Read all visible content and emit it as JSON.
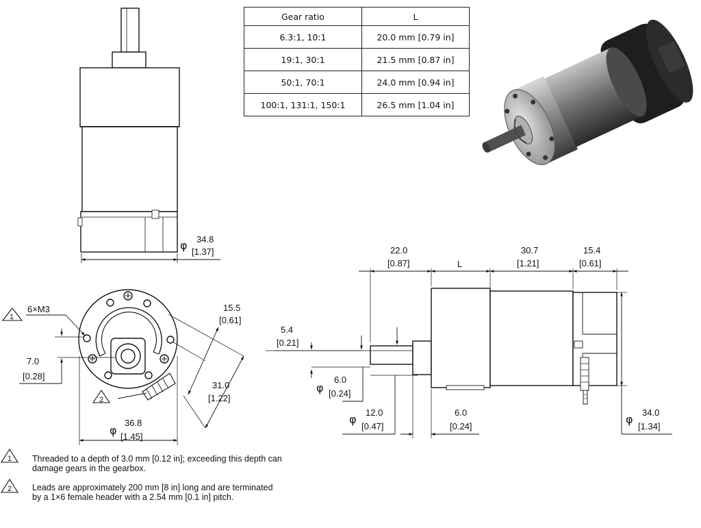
{
  "table": {
    "headers": [
      "Gear ratio",
      "L"
    ],
    "rows": [
      [
        "6.3:1, 10:1",
        "20.0 mm [0.79 in]"
      ],
      [
        "19:1, 30:1",
        "21.5 mm [0.87 in]"
      ],
      [
        "50:1, 70:1",
        "24.0 mm [0.94 in]"
      ],
      [
        "100:1, 131:1, 150:1",
        "26.5 mm [1.04 in]"
      ]
    ]
  },
  "dimensions": {
    "body_dia": {
      "mm": "34.8",
      "in": "[1.37]"
    },
    "m3": "6×M3",
    "bolt_circle": {
      "mm": "15.5",
      "in": "[0.61]"
    },
    "offset": {
      "mm": "7.0",
      "in": "[0.28]"
    },
    "face_width": {
      "mm": "31.0",
      "in": "[1.22]"
    },
    "gearbox_dia": {
      "mm": "36.8",
      "in": "[1.45]"
    },
    "shaft_len": {
      "mm": "22.0",
      "in": "[0.87]"
    },
    "L_label": "L",
    "motor_len": {
      "mm": "30.7",
      "in": "[1.21]"
    },
    "encoder_len": {
      "mm": "15.4",
      "in": "[0.61]"
    },
    "flat": {
      "mm": "5.4",
      "in": "[0.21]"
    },
    "shaft_dia": {
      "mm": "6.0",
      "in": "[0.24]"
    },
    "boss_dia": {
      "mm": "12.0",
      "in": "[0.47]"
    },
    "boss_len": {
      "mm": "6.0",
      "in": "[0.24]"
    },
    "motor_dia": {
      "mm": "34.0",
      "in": "[1.34]"
    },
    "phi": "φ"
  },
  "callouts": {
    "one": "1",
    "two": "2"
  },
  "notes": {
    "n1_line1": "Threaded to a depth of 3.0 mm [0.12 in]; exceeding this depth can",
    "n1_line2": "damage gears in the gearbox.",
    "n2_line1": "Leads are approximately 200 mm [8 in] long and are terminated",
    "n2_line2": "by a 1×6 female header with a 2.54 mm [0.1 in] pitch."
  }
}
